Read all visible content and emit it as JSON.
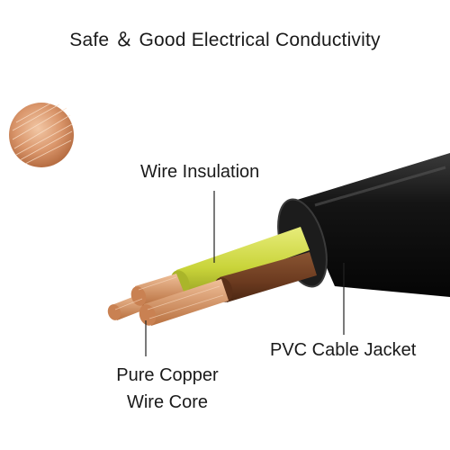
{
  "title": "Safe ＆ Good Electrical Conductivity",
  "labels": {
    "wire_insulation": "Wire Insulation",
    "pvc_jacket": "PVC Cable Jacket",
    "copper_core_line1": "Pure Copper",
    "copper_core_line2": "Wire Core"
  },
  "colors": {
    "jacket": "#141414",
    "yellow_green_wire": "#c9d43a",
    "brown_wire": "#6b3a1f",
    "blue_wire": "#2f6fb3",
    "copper": "#d9956a"
  }
}
